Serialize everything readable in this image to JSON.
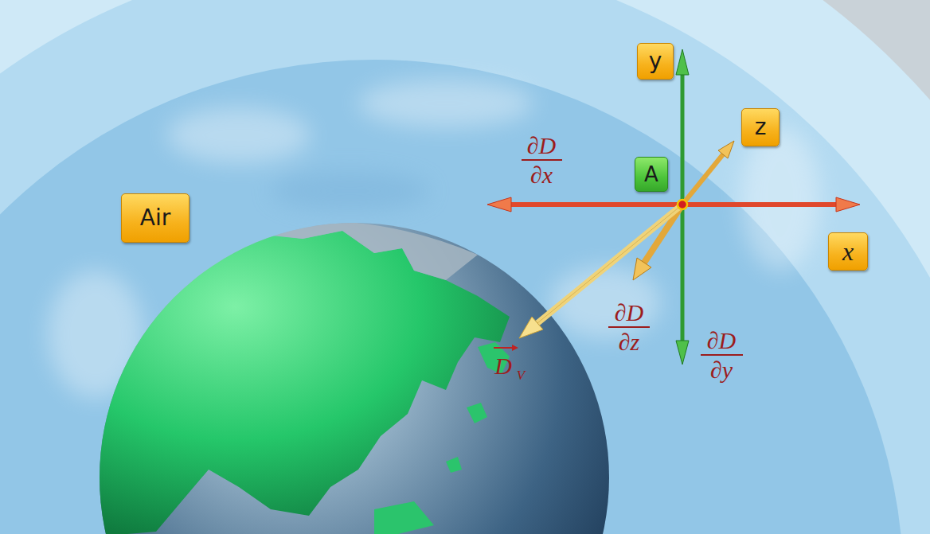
{
  "diagram": {
    "nodes": [
      {
        "text": [
          "y"
        ]
      },
      {
        "text": [
          "z"
        ]
      },
      {
        "text": [
          "A"
        ]
      },
      {
        "text": [
          "Air"
        ]
      },
      {
        "text": [
          "x"
        ]
      }
    ],
    "labels": [
      "∂D",
      "∂x",
      "∂D",
      "∂z",
      "∂D",
      "∂y",
      "D",
      "V"
    ]
  }
}
